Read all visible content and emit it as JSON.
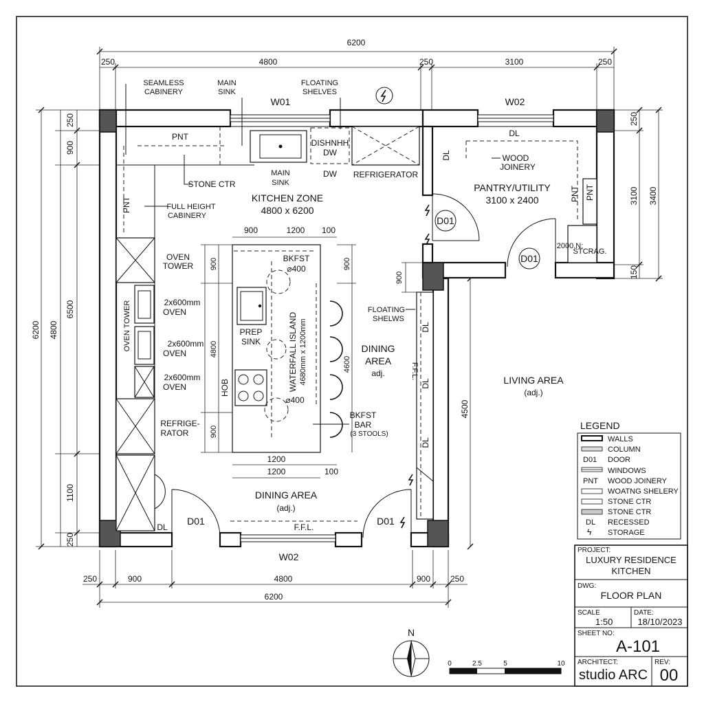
{
  "dimensions": {
    "top_overall": "6200",
    "top_250a": "250",
    "top_4800": "4800",
    "top_250b": "250",
    "top_3100": "3100",
    "top_250c": "250",
    "bottom_250a": "250",
    "bottom_900a": "900",
    "bottom_4800": "4800",
    "bottom_900b": "900",
    "bottom_250b": "250",
    "bottom_overall": "6200",
    "left_6200": "6200",
    "left_4800": "4800",
    "left_250a": "250",
    "left_900": "900",
    "left_6500": "6500",
    "left_1100": "1100",
    "left_250b": "250",
    "right_250": "250",
    "right_3100": "3100",
    "right_3400": "3400",
    "right_150": "150",
    "right_4500": "4500",
    "island_900": "900",
    "island_1200": "1200",
    "island_100": "100",
    "island_v900a": "900",
    "island_v4800": "4800",
    "island_v900b": "900",
    "island_v900c": "900",
    "island_r4600": "4600",
    "island_b1200a": "1200",
    "island_b1200b": "1200",
    "island_b100": "100",
    "pantry_900": "900"
  },
  "labels": {
    "w01": "W01",
    "w02_top": "W02",
    "w02_bottom": "W02",
    "seamless_1": "SEAMLESS",
    "seamless_2": "CABINERY",
    "main_sink_top_1": "MAIN",
    "main_sink_top_2": "SINK",
    "floating_shelves_1": "FLOATING",
    "floating_shelves_2": "SHELVES",
    "pnt_top": "PNT",
    "dishwasher_1": "DISHNHH",
    "dishwasher_2": "DW",
    "dw": "DW",
    "main_sink_1": "MAIN",
    "main_sink_2": "SINK",
    "refrigerator_top": "REFRIGERATOR",
    "stone_ctr": "STONE CTR",
    "kitchen_zone_1": "KITCHEN ZONE",
    "kitchen_zone_2": "4800 x 6200",
    "pnt_left": "PNT",
    "full_height_1": "FULL HEIGHT",
    "full_height_2": "CABINERY",
    "oven_tower_1": "OVEN",
    "oven_tower_2": "TOWER",
    "oven_tower_vertical": "OVEN TOWER",
    "oven1_1": "2x600mm",
    "oven1_2": "OVEN",
    "oven2_1": "2x600mm",
    "oven2_2": "OVEN",
    "oven3_1": "2x600mm",
    "oven3_2": "OVEN",
    "refrige_1": "REFRIGE-",
    "refrige_2": "RATOR",
    "bkfst_top_1": "BKFST",
    "bkfst_top_2": "⌀400",
    "bkfst_bottom": "⌀400",
    "prep_sink_1": "PREP",
    "prep_sink_2": "SINK",
    "waterfall_1": "WATERFALL ISLAND",
    "waterfall_2": "4680mm x 1200mm",
    "hob": "HOB",
    "floating_shelves_right_1": "FLOATING",
    "floating_shelves_right_2": "SHELWS",
    "dining_area_right_1": "DINING",
    "dining_area_right_2": "AREA",
    "dining_area_right_3": "adj.",
    "ffl_vertical": "F.F.L.",
    "bkfst_bar_1": "BKFST",
    "bkfst_bar_2": "BAR",
    "bkfst_bar_3": "(3 STOOLS)",
    "dining_area_bottom_1": "DINING AREA",
    "dining_area_bottom_2": "(adj.)",
    "ffl_bottom": "F.F.L.",
    "dl_bottom": "DL",
    "d01_bottom_left": "D01",
    "d01_bottom_right": "D01",
    "d01_kitchen": "D01",
    "d01_pantry": "D01",
    "dl_pantry_top": "DL",
    "dl_pantry_left": "DL",
    "wood_joinery_1": "WOOD",
    "wood_joinery_2": "JOINERY",
    "pantry_1": "PANTRY/UTILITY",
    "pantry_2": "3100 x 2400",
    "pnt_pantry_a": "PNT",
    "pnt_pantry_b": "PNT",
    "storage_a": "2000.N;",
    "storage_b": "STCRAG.",
    "dl_right_1": "DL",
    "dl_right_2": "DL",
    "dl_right_3": "DL",
    "living_area_1": "LIVING AREA",
    "living_area_2": "(adj.)",
    "north": "N"
  },
  "legend": {
    "title": "LEGEND",
    "items": [
      {
        "symbol": "",
        "label": "WALLS"
      },
      {
        "symbol": "",
        "label": "COLUMN"
      },
      {
        "symbol": "D01",
        "label": "DOOR"
      },
      {
        "symbol": "",
        "label": "WINDOWS"
      },
      {
        "symbol": "PNT",
        "label": "WOOD JOINERY"
      },
      {
        "symbol": "",
        "label": "WOATNG SHELERY"
      },
      {
        "symbol": "",
        "label": "STONE CTR"
      },
      {
        "symbol": "",
        "label": "STONE CTR"
      },
      {
        "symbol": "DL",
        "label": "RECESSED"
      },
      {
        "symbol": "ϟ",
        "label": "STORAGE"
      }
    ]
  },
  "title_block": {
    "project_label": "PROJECT:",
    "project_1": "LUXURY RESIDENCE",
    "project_2": "KITCHEN",
    "dwg_label": "DWG:",
    "dwg": "FLOOR PLAN",
    "scale_label": "SCALE",
    "scale": "1:50",
    "date_label": "DATE:",
    "date": "18/10/2023",
    "sheet_label": "SHEET NO:",
    "sheet": "A-101",
    "architect_label": "ARCHITECT:",
    "architect": "studio ARC",
    "rev_label": "REV:",
    "rev": "00"
  },
  "scale_bar": {
    "t0": "0",
    "t1": "2.5",
    "t2": "5",
    "t3": "10"
  }
}
